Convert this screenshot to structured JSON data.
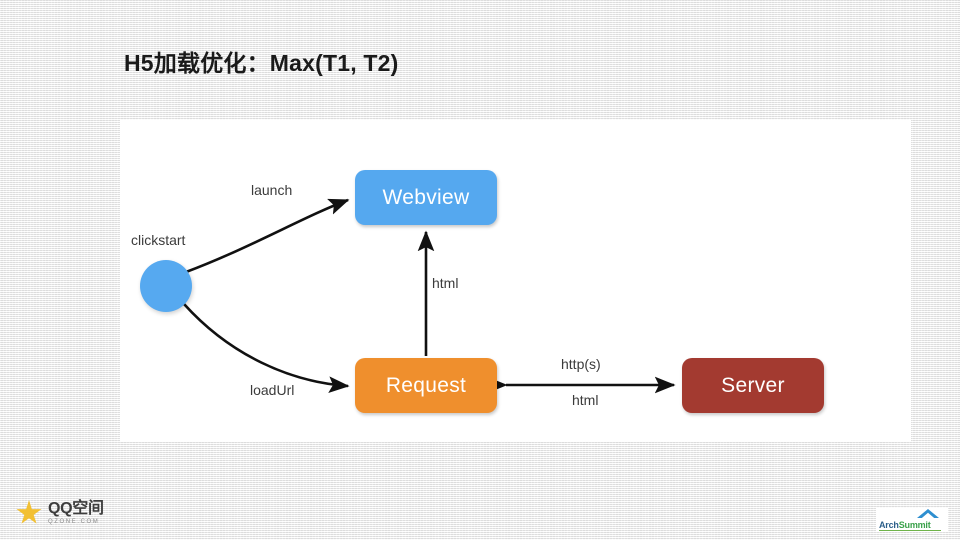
{
  "slide": {
    "title": "H5加载优化：Max(T1, T2)",
    "background_color": "#f4f4f4",
    "panel_color": "#ffffff"
  },
  "diagram": {
    "type": "flow-diagram",
    "nodes": [
      {
        "id": "clickstart",
        "label": "clickstart",
        "shape": "circle",
        "color": "#56a9f0",
        "label_position": "above"
      },
      {
        "id": "webview",
        "label": "Webview",
        "shape": "rounded-rect",
        "color": "#55a8ef",
        "text_color": "#ffffff"
      },
      {
        "id": "request",
        "label": "Request",
        "shape": "rounded-rect",
        "color": "#ef8f2d",
        "text_color": "#ffffff"
      },
      {
        "id": "server",
        "label": "Server",
        "shape": "rounded-rect",
        "color": "#a33a30",
        "text_color": "#ffffff"
      }
    ],
    "edges": [
      {
        "from": "clickstart",
        "to": "webview",
        "label": "launch",
        "style": "curved",
        "arrow": "single"
      },
      {
        "from": "clickstart",
        "to": "request",
        "label": "loadUrl",
        "style": "curved",
        "arrow": "single"
      },
      {
        "from": "request",
        "to": "webview",
        "label": "html",
        "style": "straight",
        "arrow": "single"
      },
      {
        "from": "request",
        "to": "server",
        "label_above": "http(s)",
        "label_below": "html",
        "style": "straight",
        "arrow": "double"
      }
    ],
    "edge_labels": {
      "clickstart": "clickstart",
      "launch": "launch",
      "loadurl": "loadUrl",
      "html_vertical": "html",
      "https": "http(s)",
      "html_horizontal": "html"
    },
    "line_color": "#111111"
  },
  "footer": {
    "qzone": {
      "name": "QQ空间",
      "domain": "QZONE.COM",
      "star_color": "#f2c033"
    },
    "archsummit": {
      "word_first": "Arch",
      "word_second": "Summit",
      "accent_color": "#2f8fd0"
    }
  }
}
